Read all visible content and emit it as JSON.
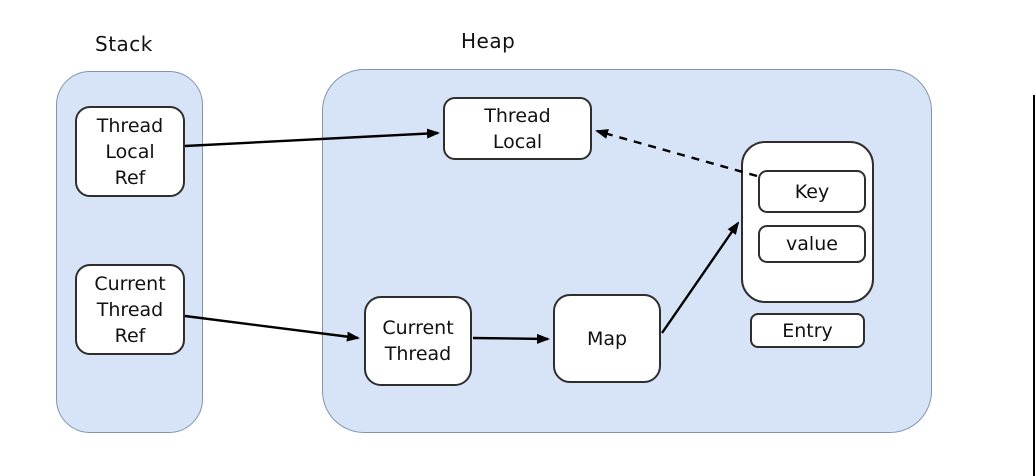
{
  "regions": {
    "stack": {
      "label": "Stack"
    },
    "heap": {
      "label": "Heap"
    }
  },
  "nodes": {
    "thread_local_ref": "Thread\nLocal\nRef",
    "current_thread_ref": "Current\nThread\nRef",
    "thread_local": "Thread\nLocal",
    "current_thread": "Current\nThread",
    "map": "Map",
    "key": "Key",
    "value": "value",
    "entry": "Entry"
  },
  "edges": [
    {
      "from": "Thread Local Ref",
      "to": "Thread Local",
      "style": "solid"
    },
    {
      "from": "Current Thread Ref",
      "to": "Current Thread",
      "style": "solid"
    },
    {
      "from": "Current Thread",
      "to": "Map",
      "style": "solid"
    },
    {
      "from": "Map",
      "to": "Entry",
      "style": "solid"
    },
    {
      "from": "Key",
      "to": "Thread Local",
      "style": "dashed"
    }
  ],
  "colors": {
    "background": "#ffffff",
    "region_fill": "#d7e4f8",
    "region_border": "#8196ab",
    "node_fill": "#ffffff",
    "node_border": "#2e2e2e",
    "arrow": "#000000",
    "text": "#111111"
  }
}
